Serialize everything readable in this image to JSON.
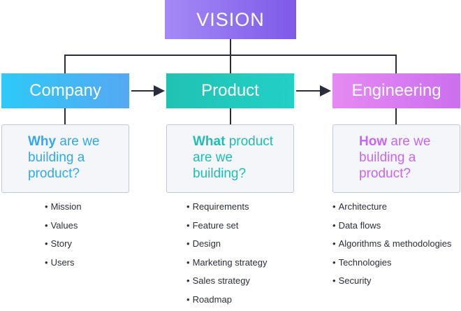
{
  "vision": {
    "label": "VISION"
  },
  "columns": [
    {
      "title": "Company",
      "question_lead": "Why",
      "question_rest": " are we building a product?",
      "items": [
        "Mission",
        "Values",
        "Story",
        "Users"
      ]
    },
    {
      "title": "Product",
      "question_lead": "What",
      "question_rest": " product are we building?",
      "items": [
        "Requirements",
        "Feature set",
        "Design",
        "Marketing strategy",
        "Sales strategy",
        "Roadmap"
      ]
    },
    {
      "title": "Engineering",
      "question_lead": "How",
      "question_rest": " are we building a product?",
      "items": [
        "Architecture",
        "Data flows",
        "Algorithms & methodologies",
        "Technologies",
        "Security"
      ]
    }
  ],
  "colors": {
    "connector": "#2a2d3a",
    "vision": "#8a66ee",
    "company": "#33a8ea",
    "product": "#1fbdb4",
    "engineering": "#c766ee"
  }
}
